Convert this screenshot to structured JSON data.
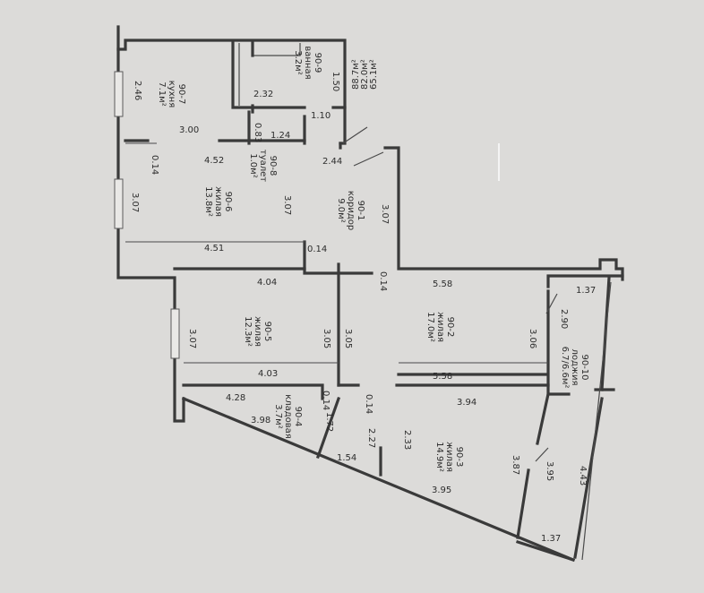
{
  "plan": {
    "totals": [
      "65.1м²",
      "82.0м²",
      "88.7м²"
    ],
    "rooms": [
      {
        "id": "kitchen",
        "lines": [
          "90-7",
          "кухня",
          "7.1м²"
        ]
      },
      {
        "id": "bathroom",
        "lines": [
          "90-9",
          "ванная",
          "3.2м²"
        ]
      },
      {
        "id": "toilet",
        "lines": [
          "90-8",
          "туалет",
          "1.0м²"
        ]
      },
      {
        "id": "living6",
        "lines": [
          "90-6",
          "жилая",
          "13.8м²"
        ]
      },
      {
        "id": "corridor",
        "lines": [
          "90-1",
          "коридор",
          "9.0м²"
        ]
      },
      {
        "id": "living5",
        "lines": [
          "90-5",
          "жилая",
          "12.3м²"
        ]
      },
      {
        "id": "living2",
        "lines": [
          "90-2",
          "жилая",
          "17.0м²"
        ]
      },
      {
        "id": "loggia",
        "lines": [
          "90-10",
          "лоджия",
          "6.7/6.6м²"
        ]
      },
      {
        "id": "storage",
        "lines": [
          "90-4",
          "кладовая",
          "3.7м²"
        ]
      },
      {
        "id": "living3",
        "lines": [
          "90-3",
          "жилая",
          "14.9м²"
        ]
      }
    ],
    "dims": {
      "d246": "2.46",
      "d150": "1.50",
      "d232": "2.32",
      "d110": "1.10",
      "d300": "3.00",
      "d083": "0.83",
      "d124": "1.24",
      "d014a": "0.14",
      "d452": "4.52",
      "d244": "2.44",
      "d307a": "3.07",
      "d307b": "3.07",
      "d307c": "3.07",
      "d451": "4.51",
      "d014b": "0.14",
      "d014c": "0.14",
      "d404": "4.04",
      "d558a": "5.58",
      "d137a": "1.37",
      "d290": "2.90",
      "d307d": "3.07",
      "d305a": "3.05",
      "d305b": "3.05",
      "d306": "3.06",
      "d403": "4.03",
      "d558b": "5.58",
      "d428": "4.28",
      "d014d": "0.14",
      "d172": "1.72",
      "d014e": "0.14",
      "d394": "3.94",
      "d398": "3.98",
      "d227": "2.27",
      "d233": "2.33",
      "d154": "1.54",
      "d387": "3.87",
      "d395a": "3.95",
      "d443": "4.43",
      "d395b": "3.95",
      "d137b": "1.37"
    }
  }
}
